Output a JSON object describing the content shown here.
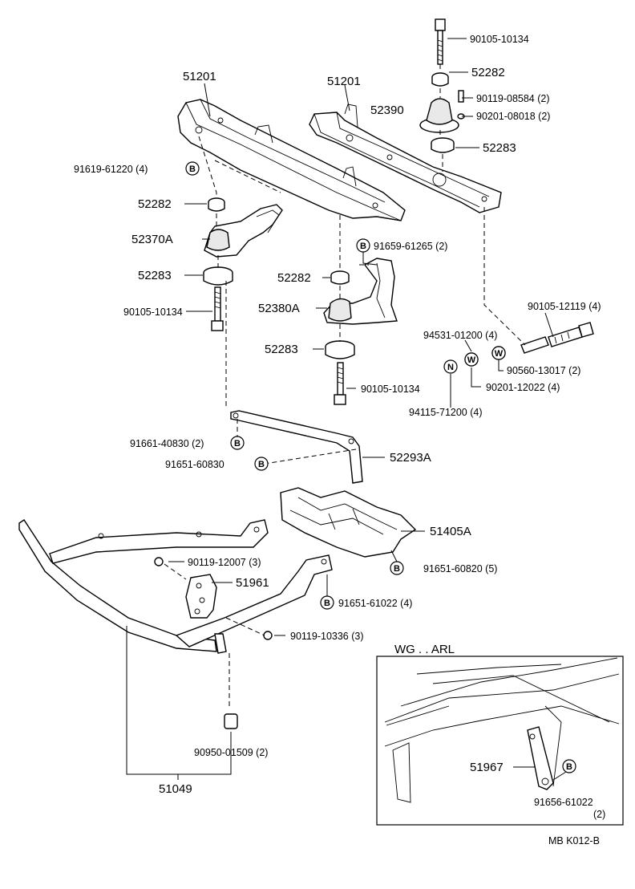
{
  "callouts": {
    "p51201_left": "51201",
    "p51201_right": "51201",
    "p90105_10134_top": "90105-10134",
    "p52282_top": "52282",
    "p90119_08584": "90119-08584 (2)",
    "p52390": "52390",
    "p90201_08018": "90201-08018 (2)",
    "p52283_top": "52283",
    "p91619_61220": "91619-61220 (4)",
    "p52282_left": "52282",
    "p52370A": "52370A",
    "p91659_61265": "91659-61265 (2)",
    "p52283_left": "52283",
    "p52282_mid": "52282",
    "p90105_10134_left": "90105-10134",
    "p52380A": "52380A",
    "p90105_12119": "90105-12119 (4)",
    "p94531_01200": "94531-01200 (4)",
    "p52283_mid": "52283",
    "p90560_13017": "90560-13017 (2)",
    "p90201_12022": "90201-12022 (4)",
    "p90105_10134_mid": "90105-10134",
    "p94115_71200": "94115-71200 (4)",
    "p91661_40830": "91661-40830 (2)",
    "p52293A": "52293A",
    "p91651_60830": "91651-60830",
    "p51405A": "51405A",
    "p90119_12007": "90119-12007 (3)",
    "p91651_60820": "91651-60820 (5)",
    "p51961": "51961",
    "p91651_61022": "91651-61022 (4)",
    "p90119_10336": "90119-10336 (3)",
    "p90950_01509": "90950-01509 (2)",
    "p51049": "51049"
  },
  "badges": {
    "B": "B",
    "W": "W",
    "N": "N"
  },
  "inset": {
    "title": "WG . . ARL",
    "p51967": "51967",
    "p91656_61022": "91656-61022",
    "p91656_qty": "(2)"
  },
  "footer": {
    "code": "MB  K012-B"
  }
}
